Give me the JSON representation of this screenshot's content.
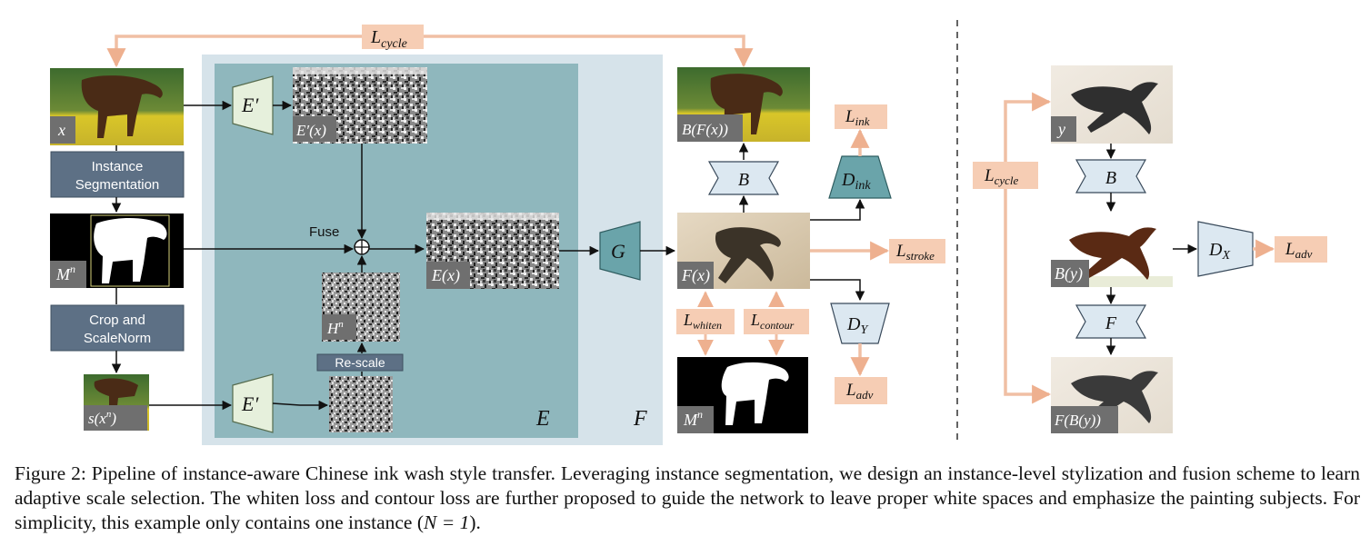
{
  "colors": {
    "loss_fill": "#f6cdb4",
    "loss_arrow": "#f0bfa4",
    "outer_box": "#d6e3ea",
    "inner_box": "#8fb7bd",
    "encoder_fill": "#e6f0dc",
    "generator_fill": "#6aa4aa",
    "discriminator_fill": "#6aa4aa",
    "light_block_fill": "#dce8f1",
    "process_box": "#5d7085",
    "label_tag": "#6f6f6f"
  },
  "left": {
    "input_label": "x",
    "seg_box_line1": "Instance",
    "seg_box_line2": "Segmentation",
    "mask_label": "M",
    "mask_sup": "n",
    "crop_box_line1": "Crop and",
    "crop_box_line2": "ScaleNorm",
    "scaled_label": "s(x",
    "scaled_sup": "n",
    "scaled_close": ")"
  },
  "encoder": {
    "enc_top": "E′",
    "enc_top_out": "E′(x)",
    "enc_bottom": "E′",
    "rescale": "Re-scale",
    "h_label": "H",
    "h_sup": "n",
    "fuse": "Fuse",
    "ex_label": "E(x)",
    "e_region": "E",
    "f_region": "F",
    "generator": "G"
  },
  "output": {
    "bfx_label": "B(F(x))",
    "b_block": "B",
    "fx_label": "F(x)",
    "mask_label": "M",
    "mask_sup": "n",
    "d_ink": "D",
    "d_ink_sub": "ink",
    "d_y": "D",
    "d_y_sub": "Y"
  },
  "losses": {
    "cycle_top": "L",
    "cycle_top_sub": "cycle",
    "ink": "L",
    "ink_sub": "ink",
    "stroke": "L",
    "stroke_sub": "stroke",
    "whiten": "L",
    "whiten_sub": "whiten",
    "contour": "L",
    "contour_sub": "contour",
    "adv_mid": "L",
    "adv_mid_sub": "adv",
    "cycle_right": "L",
    "cycle_right_sub": "cycle",
    "adv_right": "L",
    "adv_right_sub": "adv"
  },
  "right": {
    "y_label": "y",
    "b_block": "B",
    "by_label": "B(y)",
    "d_x": "D",
    "d_x_sub": "X",
    "f_block": "F",
    "fby_label": "F(B(y))"
  },
  "caption": {
    "text": "Figure 2: Pipeline of instance-aware Chinese ink wash style transfer. Leveraging instance segmentation, we design an instance-level stylization and fusion scheme to learn adaptive scale selection. The whiten loss and contour loss are further proposed to guide the network to leave proper white spaces and emphasize the painting subjects. For simplicity, this example only contains one instance (",
    "math": "N = 1",
    "tail": ")."
  }
}
